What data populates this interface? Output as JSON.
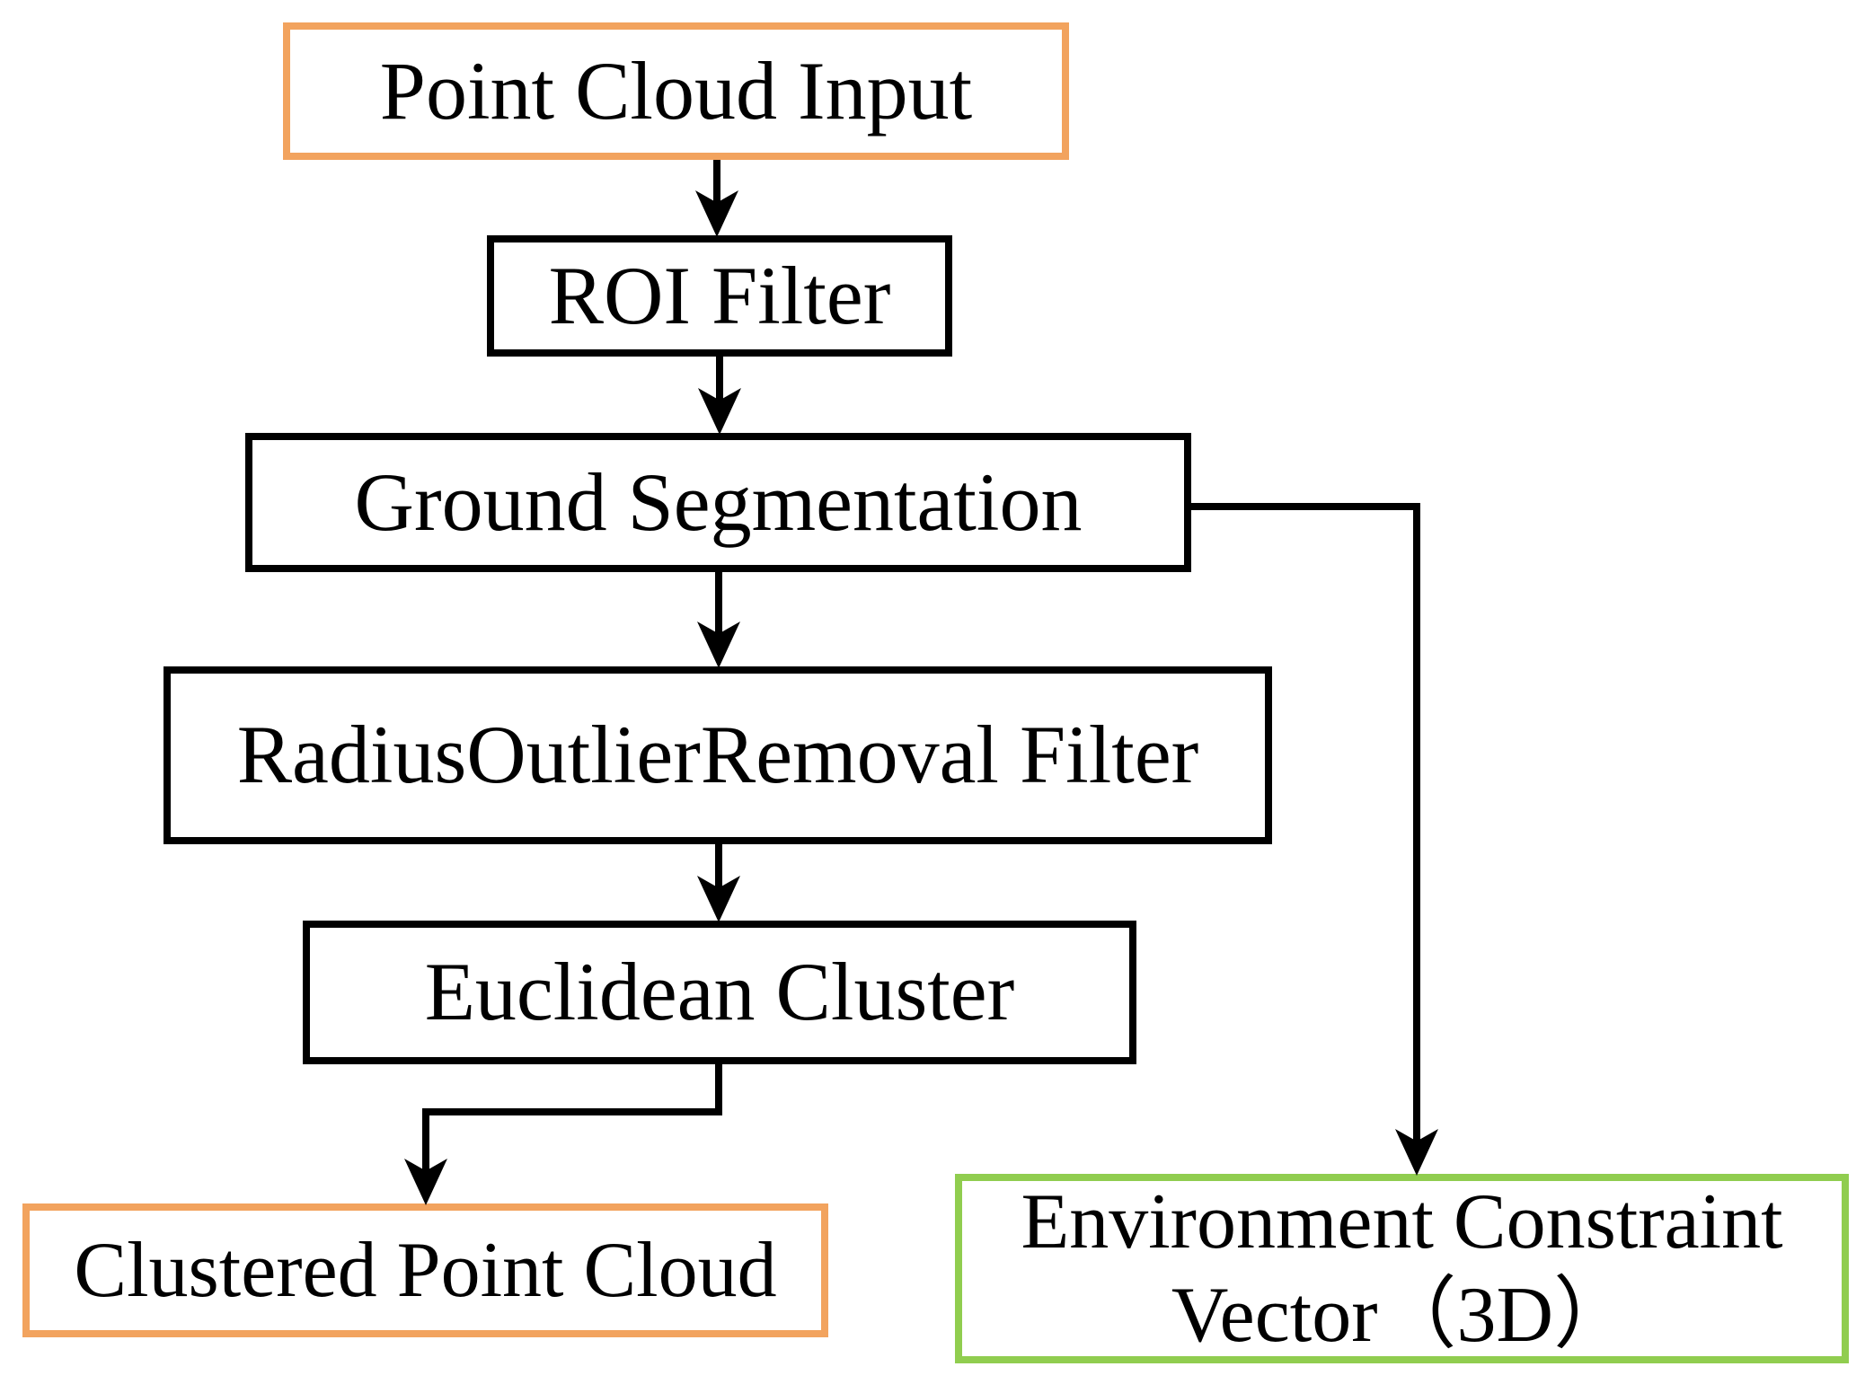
{
  "colors": {
    "input_output_accent": "#F2A35E",
    "result_accent": "#90CD4F",
    "ink": "#000000",
    "background": "#FFFFFF"
  },
  "nodes": [
    {
      "id": "point-cloud-input",
      "label": "Point Cloud Input",
      "border": "orange"
    },
    {
      "id": "roi-filter",
      "label": "ROI Filter",
      "border": "black"
    },
    {
      "id": "ground-segmentation",
      "label": "Ground Segmentation",
      "border": "black"
    },
    {
      "id": "radius-outlier-removal-filter",
      "label": "RadiusOutlierRemoval Filter",
      "border": "black"
    },
    {
      "id": "euclidean-cluster",
      "label": "Euclidean Cluster",
      "border": "black"
    },
    {
      "id": "clustered-point-cloud",
      "label": "Clustered Point Cloud",
      "border": "orange"
    },
    {
      "id": "environment-constraint-vector",
      "label": "Environment Constraint Vector（3D）",
      "lines": [
        "Environment Constraint",
        "Vector（3D）"
      ],
      "border": "green"
    }
  ],
  "edges": [
    {
      "from": "point-cloud-input",
      "to": "roi-filter"
    },
    {
      "from": "roi-filter",
      "to": "ground-segmentation"
    },
    {
      "from": "ground-segmentation",
      "to": "radius-outlier-removal-filter"
    },
    {
      "from": "radius-outlier-removal-filter",
      "to": "euclidean-cluster"
    },
    {
      "from": "euclidean-cluster",
      "to": "clustered-point-cloud"
    },
    {
      "from": "ground-segmentation",
      "to": "environment-constraint-vector"
    }
  ]
}
